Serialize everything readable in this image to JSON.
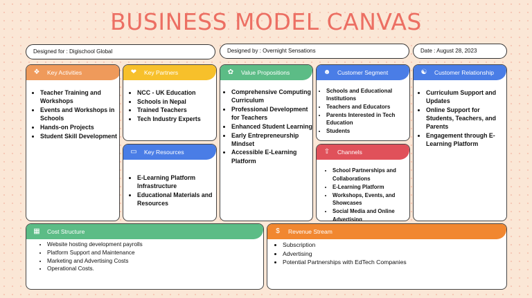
{
  "title": "BUSINESS MODEL CANVAS",
  "meta": {
    "designed_for": "Designed for : Digischool Global",
    "designed_by": "Designed by : Overnight Sensations",
    "date": "Date : August 28, 2023"
  },
  "colors": {
    "key_activities": "#ef9a5b",
    "key_partners": "#f7c02b",
    "value_propositions": "#5cbc86",
    "customer_segment": "#4a7de6",
    "customer_relationship": "#4a7de6",
    "key_resources": "#4a7de6",
    "channels": "#e0515a",
    "cost_structure": "#5cbc86",
    "revenue_stream": "#f18730"
  },
  "sections": {
    "key_activities": {
      "title": "Key Activities",
      "icon": "puzzle-icon",
      "items": [
        "Teacher Training and Workshops",
        "Events and Workshops in Schools",
        "Hands-on Projects",
        "Student Skill Development"
      ]
    },
    "key_partners": {
      "title": "Key Partners",
      "icon": "handshake-icon",
      "items": [
        "NCC - UK Education",
        "Schools in Nepal",
        "Trained Teachers",
        "Tech Industry Experts"
      ]
    },
    "key_resources": {
      "title": "Key Resources",
      "icon": "folder-icon",
      "items": [
        "E-Learning Platform Infrastructure",
        "Educational Materials and Resources"
      ]
    },
    "value_propositions": {
      "title": "Value Propositions",
      "icon": "gift-icon",
      "items": [
        "Comprehensive Computing Curriculum",
        "Professional Development for Teachers",
        "Enhanced Student Learning",
        "Early Entrepreneurship Mindset",
        "Accessible E-Learning Platform"
      ]
    },
    "customer_segment": {
      "title": "Customer Segment",
      "icon": "users-icon",
      "items": [
        "Schools and Educational Institutions",
        "Teachers and Educators",
        "Parents Interested in Tech Education",
        "Students"
      ]
    },
    "channels": {
      "title": "Channels",
      "icon": "rocket-icon",
      "items": [
        "School Partnerships and Collaborations",
        "E-Learning Platform",
        "Workshops, Events, and Showcases",
        "Social Media and Online Advertising"
      ]
    },
    "customer_relationship": {
      "title": "Customer Relationship",
      "icon": "people-icon",
      "items": [
        "Curriculum Support and Updates",
        "Online Support for Students, Teachers, and Parents",
        "Engagement through E-Learning Platform"
      ]
    },
    "cost_structure": {
      "title": "Cost Structure",
      "icon": "calculator-icon",
      "items": [
        "Website hosting development payrolls",
        "Platform Support and Maintenance",
        "Marketing and Advertising Costs",
        "Operational Costs."
      ]
    },
    "revenue_stream": {
      "title": "Revenue Stream",
      "icon": "money-icon",
      "items": [
        "Subscription",
        "Advertising",
        "Potential Partnerships with EdTech Companies"
      ]
    }
  }
}
